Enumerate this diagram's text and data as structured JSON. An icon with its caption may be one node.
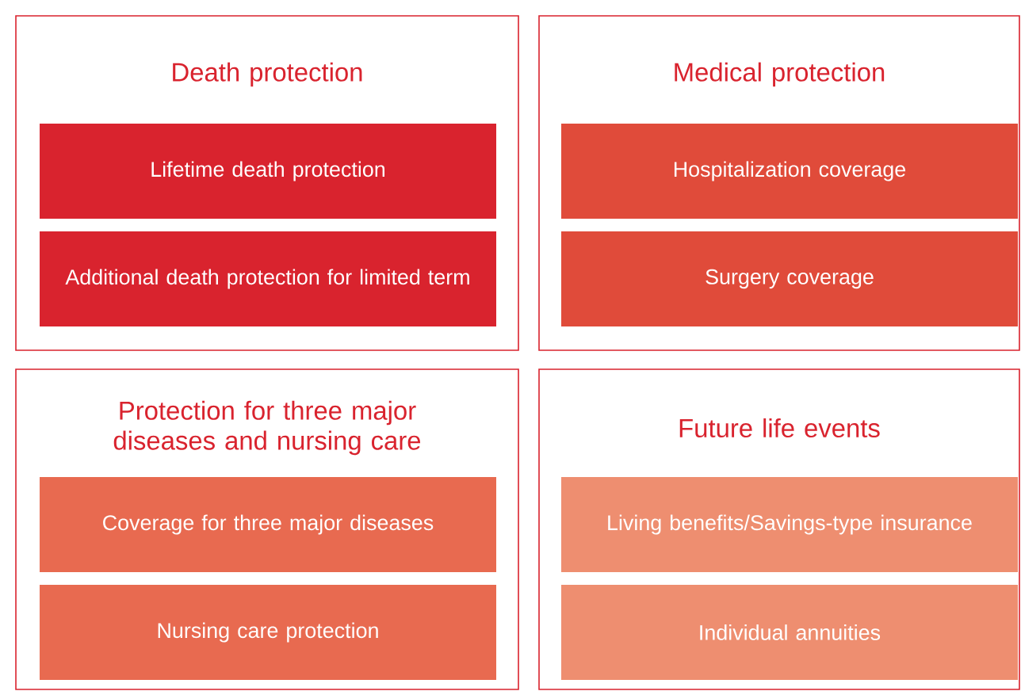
{
  "diagram": {
    "nodes": [
      {
        "text": [
          "Death protection"
        ]
      },
      {
        "text": [
          "Lifetime death protection"
        ],
        "in": 0
      },
      {
        "text": [
          "Additional death protection for limited term"
        ],
        "in": 0
      },
      {
        "text": [
          "Medical protection"
        ]
      },
      {
        "text": [
          "Hospitalization coverage"
        ],
        "in": 3
      },
      {
        "text": [
          "Surgery coverage"
        ],
        "in": 3
      },
      {
        "text": [
          "Protection for three major diseases and nursing care"
        ]
      },
      {
        "text": [
          "Coverage for three major diseases"
        ],
        "in": 6
      },
      {
        "text": [
          "Nursing care protection"
        ],
        "in": 6
      },
      {
        "text": [
          "Future life events"
        ]
      },
      {
        "text": [
          "Living benefits/Savings-type insurance"
        ],
        "in": 9
      },
      {
        "text": [
          "Individual annuities"
        ],
        "in": 9
      }
    ]
  }
}
